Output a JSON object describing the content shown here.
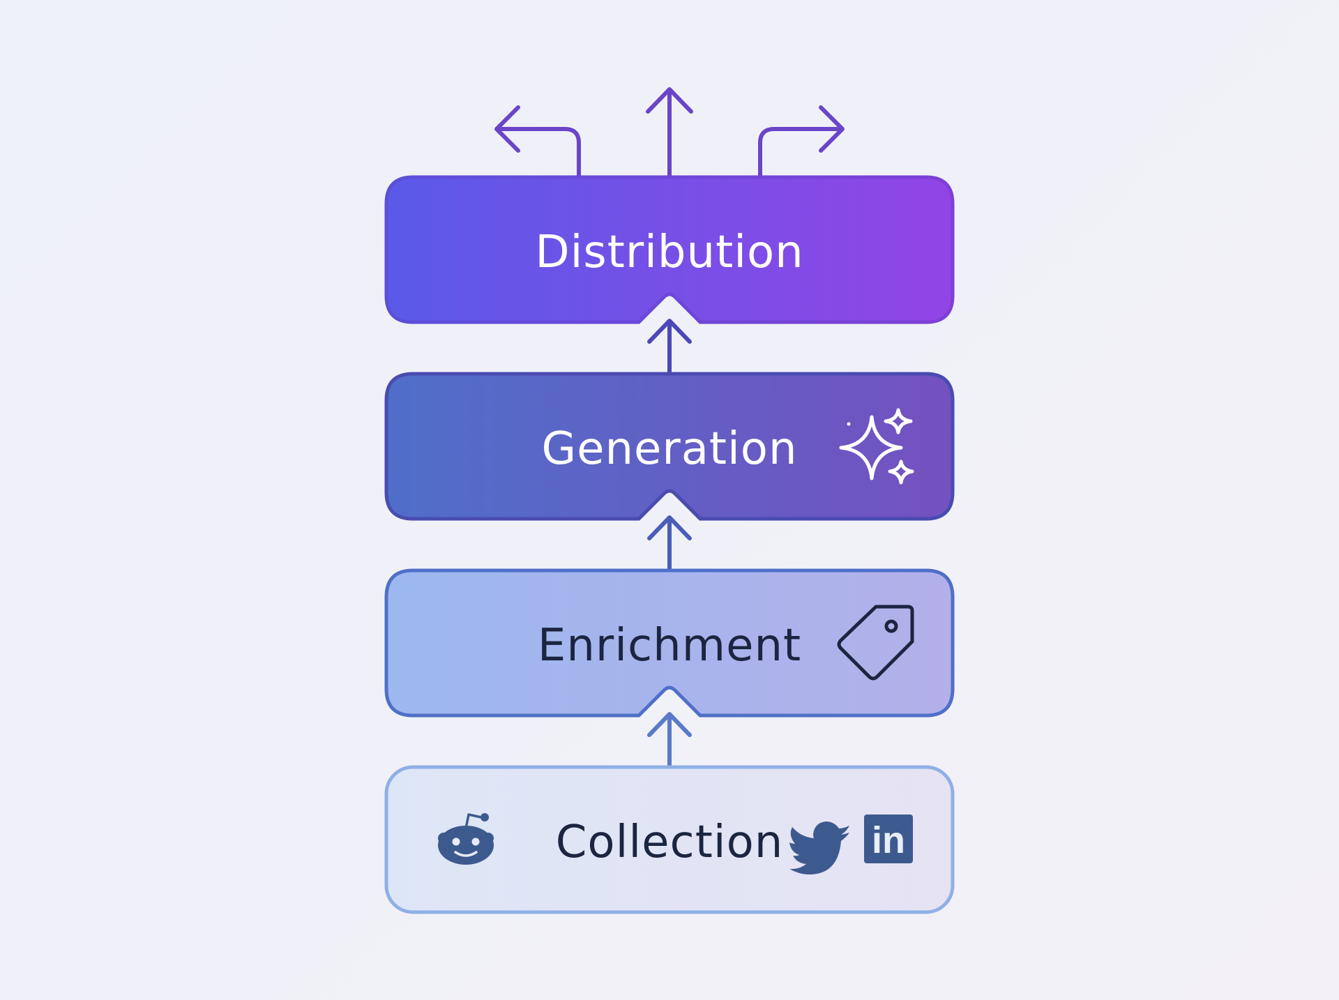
{
  "diagram": {
    "layers": [
      {
        "id": "distribution",
        "label": "Distribution"
      },
      {
        "id": "generation",
        "label": "Generation",
        "icon": "sparkles-icon"
      },
      {
        "id": "enrichment",
        "label": "Enrichment",
        "icon": "tag-icon"
      },
      {
        "id": "collection",
        "label": "Collection",
        "icons": [
          "reddit-icon",
          "twitter-icon",
          "linkedin-icon"
        ]
      }
    ],
    "linkedin_mark": "in",
    "colors": {
      "distribution_start": "#5a5ae8",
      "distribution_end": "#9245e6",
      "generation_start": "#4f6fc9",
      "generation_end": "#7451c0",
      "enrichment_start": "#9cb8ee",
      "enrichment_end": "#b3b0ea",
      "collection_start": "#dde6f7",
      "collection_end": "#e4e2f3",
      "arrow_top": "#6a45c8",
      "arrow_mid": "#4a5db8",
      "arrow_low": "#5a7ac9",
      "dark_text": "#1c2540",
      "light_text": "#ffffff"
    }
  }
}
